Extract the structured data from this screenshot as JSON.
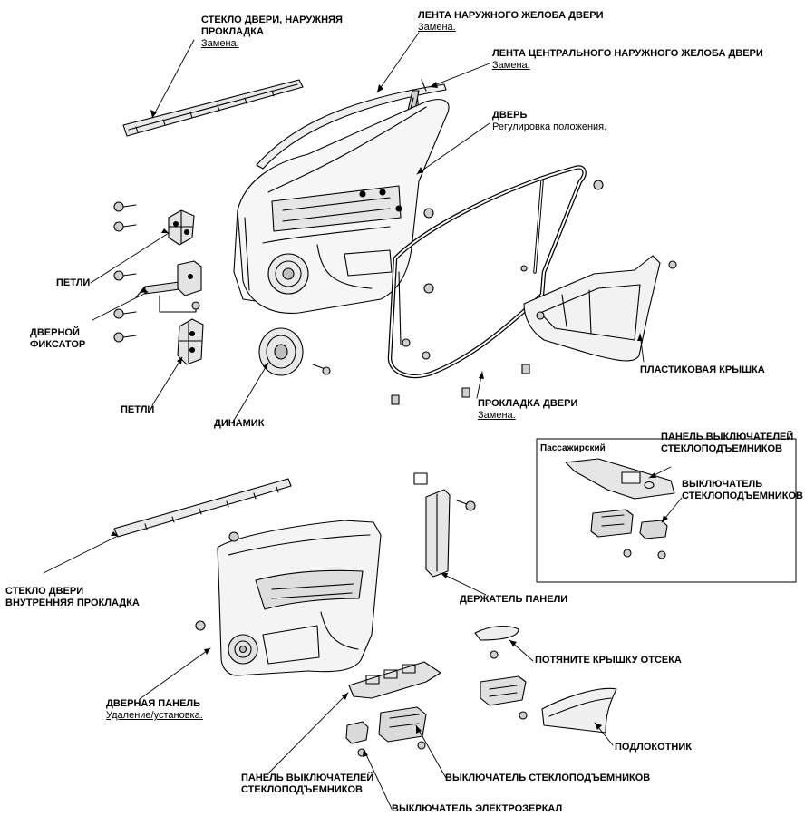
{
  "labels": {
    "glass_outer": {
      "l1": "СТЕКЛО ДВЕРИ, НАРУЖНЯЯ",
      "l2": "ПРОКЛАДКА",
      "sub": "Замена."
    },
    "outer_channel": {
      "title": "ЛЕНТА НАРУЖНОГО ЖЕЛОБА ДВЕРИ",
      "sub": "Замена."
    },
    "center_channel": {
      "title": "ЛЕНТА ЦЕНТРАЛЬНОГО НАРУЖНОГО ЖЕЛОБА ДВЕРИ",
      "sub": "Замена."
    },
    "door": {
      "title": "ДВЕРЬ",
      "sub": "Регулировка положения."
    },
    "hinges_upper": "ПЕТЛИ",
    "door_stop": {
      "l1": "ДВЕРНОЙ",
      "l2": "ФИКСАТОР"
    },
    "hinges_lower": "ПЕТЛИ",
    "speaker": "ДИНАМИК",
    "plastic_cover": "ПЛАСТИКОВАЯ КРЫШКА",
    "door_seal": {
      "title": "ПРОКЛАДКА ДВЕРИ",
      "sub": "Замена."
    },
    "inset_title": "Пассажирский",
    "inset_panel": {
      "l1": "ПАНЕЛЬ ВЫКЛЮЧАТЕЛЕЙ",
      "l2": "СТЕКЛОПОДЪЕМНИКОВ"
    },
    "inset_switch": {
      "l1": "ВЫКЛЮЧАТЕЛЬ",
      "l2": "СТЕКЛОПОДЪЕМНИКОВ"
    },
    "glass_inner": {
      "l1": "СТЕКЛО ДВЕРИ",
      "l2": "ВНУТРЕННЯЯ ПРОКЛАДКА"
    },
    "panel_holder": "ДЕРЖАТЕЛЬ ПАНЕЛИ",
    "pocket_cover": "ПОТЯНИТЕ КРЫШКУ ОТСЕКА",
    "door_panel": {
      "title": "ДВЕРНАЯ ПАНЕЛЬ",
      "sub": "Удаление/установка."
    },
    "armrest": "ПОДЛОКОТНИК",
    "switch_panel": {
      "l1": "ПАНЕЛЬ ВЫКЛЮЧАТЕЛЕЙ",
      "l2": "СТЕКЛОПОДЪЕМНИКОВ"
    },
    "window_switch": "ВЫКЛЮЧАТЕЛЬ СТЕКЛОПОДЪЕМНИКОВ",
    "mirror_switch": "ВЫКЛЮЧАТЕЛЬ ЭЛЕКТРОЗЕРКАЛ"
  }
}
